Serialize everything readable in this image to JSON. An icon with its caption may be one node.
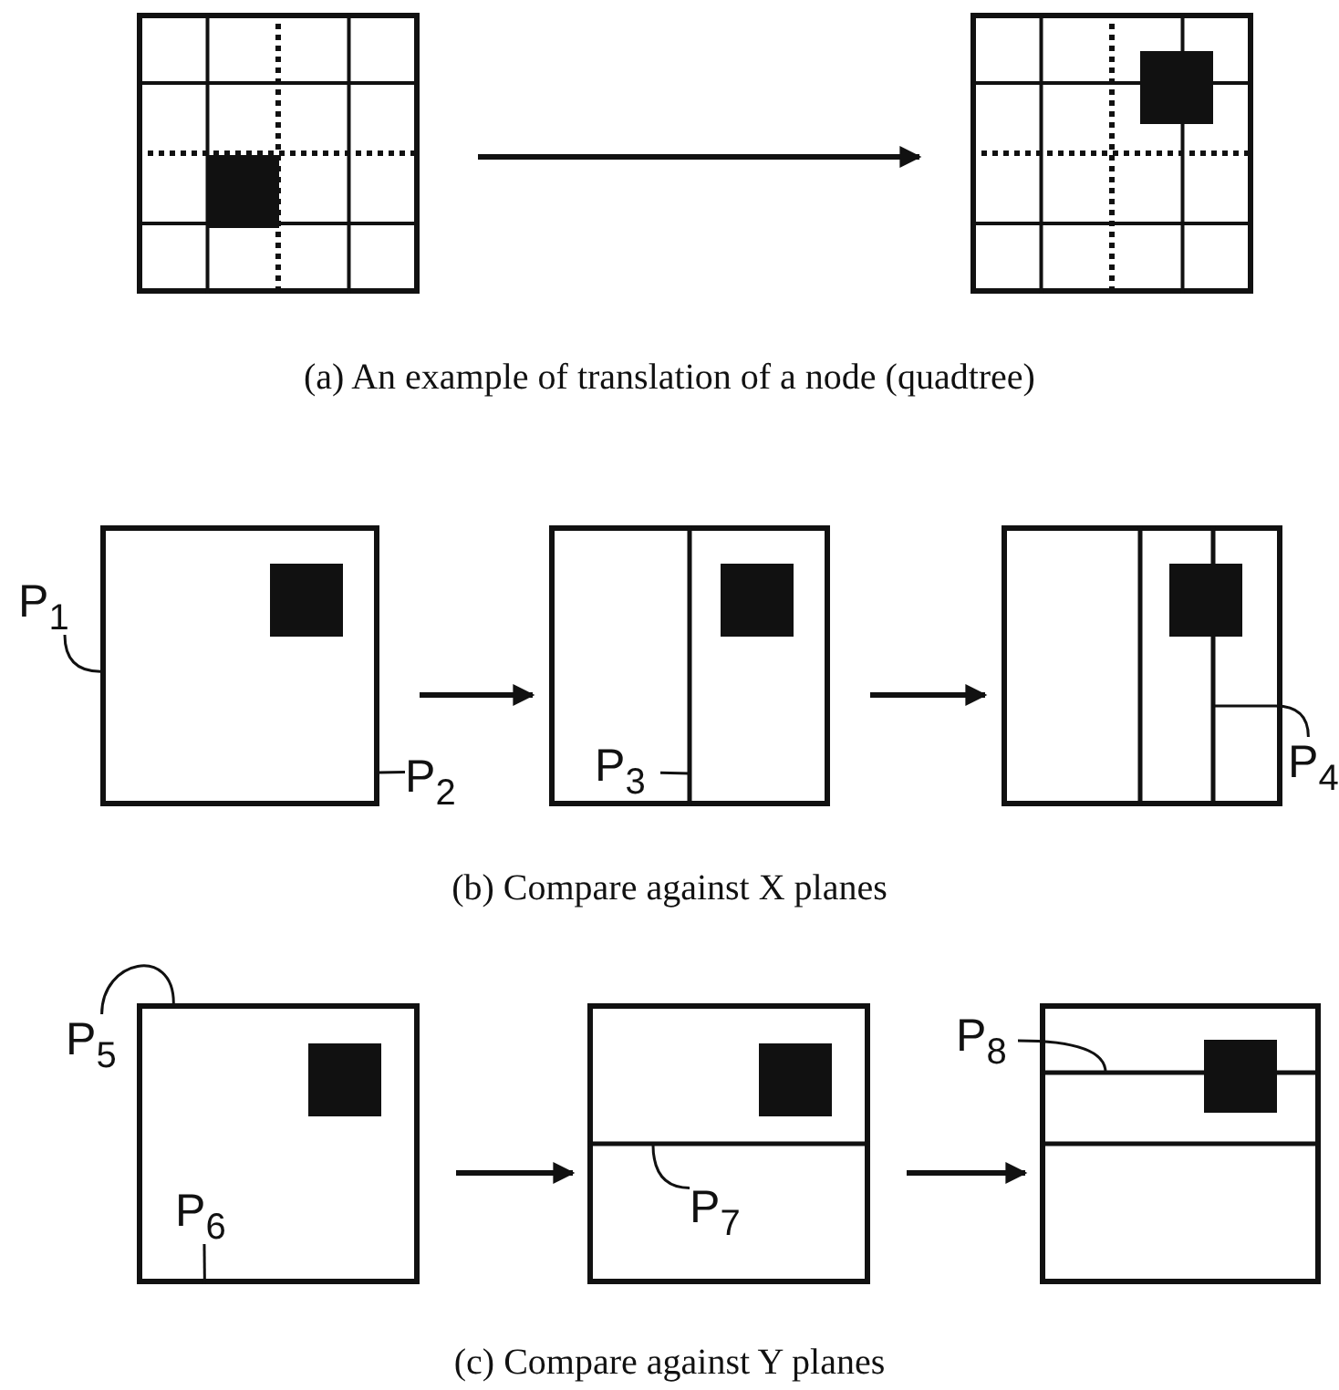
{
  "diagram": {
    "nodes": [
      {
        "text": [],
        "shape": "box"
      },
      {
        "text": [],
        "shape": "box"
      },
      {
        "text": [],
        "shape": "box"
      },
      {
        "text": [],
        "shape": "box"
      },
      {
        "text": [],
        "shape": "box"
      },
      {
        "text": [
          "P$_{1}$"
        ]
      },
      {
        "text": [
          "P$_{2}$"
        ]
      },
      {
        "text": [
          "P$_{3}$"
        ],
        "in": 3
      },
      {
        "text": [
          "P$_{4}$"
        ]
      },
      {
        "text": [
          "P$_{5}$"
        ]
      },
      {
        "text": [
          "P$_{6}$"
        ],
        "in": 13
      },
      {
        "text": [
          "P$_{7}$"
        ],
        "in": 14
      },
      {
        "text": [
          "P$_{8}$"
        ]
      },
      {
        "text": [],
        "shape": "box"
      },
      {
        "text": [],
        "shape": "box"
      },
      {
        "text": [],
        "shape": "box"
      }
    ],
    "edges": [
      {
        "from": 0,
        "to": 1,
        "arrow": "to",
        "style": "thick"
      },
      {
        "from": 2,
        "to": 3,
        "arrow": "to",
        "style": "thick"
      },
      {
        "from": 3,
        "to": 4,
        "arrow": "to",
        "style": "thick"
      },
      {
        "from": 13,
        "to": 14,
        "arrow": "to",
        "style": "thick"
      },
      {
        "from": 14,
        "to": 15,
        "arrow": "to",
        "style": "thick"
      },
      {
        "from": 5,
        "to": 2,
        "arrow": "none"
      },
      {
        "from": 6,
        "to": 2,
        "arrow": "none"
      },
      {
        "from": 7,
        "to": 3,
        "arrow": "none"
      },
      {
        "from": 8,
        "to": 4,
        "arrow": "none"
      },
      {
        "from": 9,
        "to": 13,
        "arrow": "none"
      },
      {
        "from": 10,
        "to": 13,
        "arrow": "none"
      },
      {
        "from": 11,
        "to": 14,
        "arrow": "none"
      },
      {
        "from": 12,
        "to": 15,
        "arrow": "none"
      }
    ],
    "labels": [
      "(a) An example of translation of a node (quadtree)",
      "(b) Compare against X planes",
      "(c) Compare against Y planes"
    ]
  }
}
